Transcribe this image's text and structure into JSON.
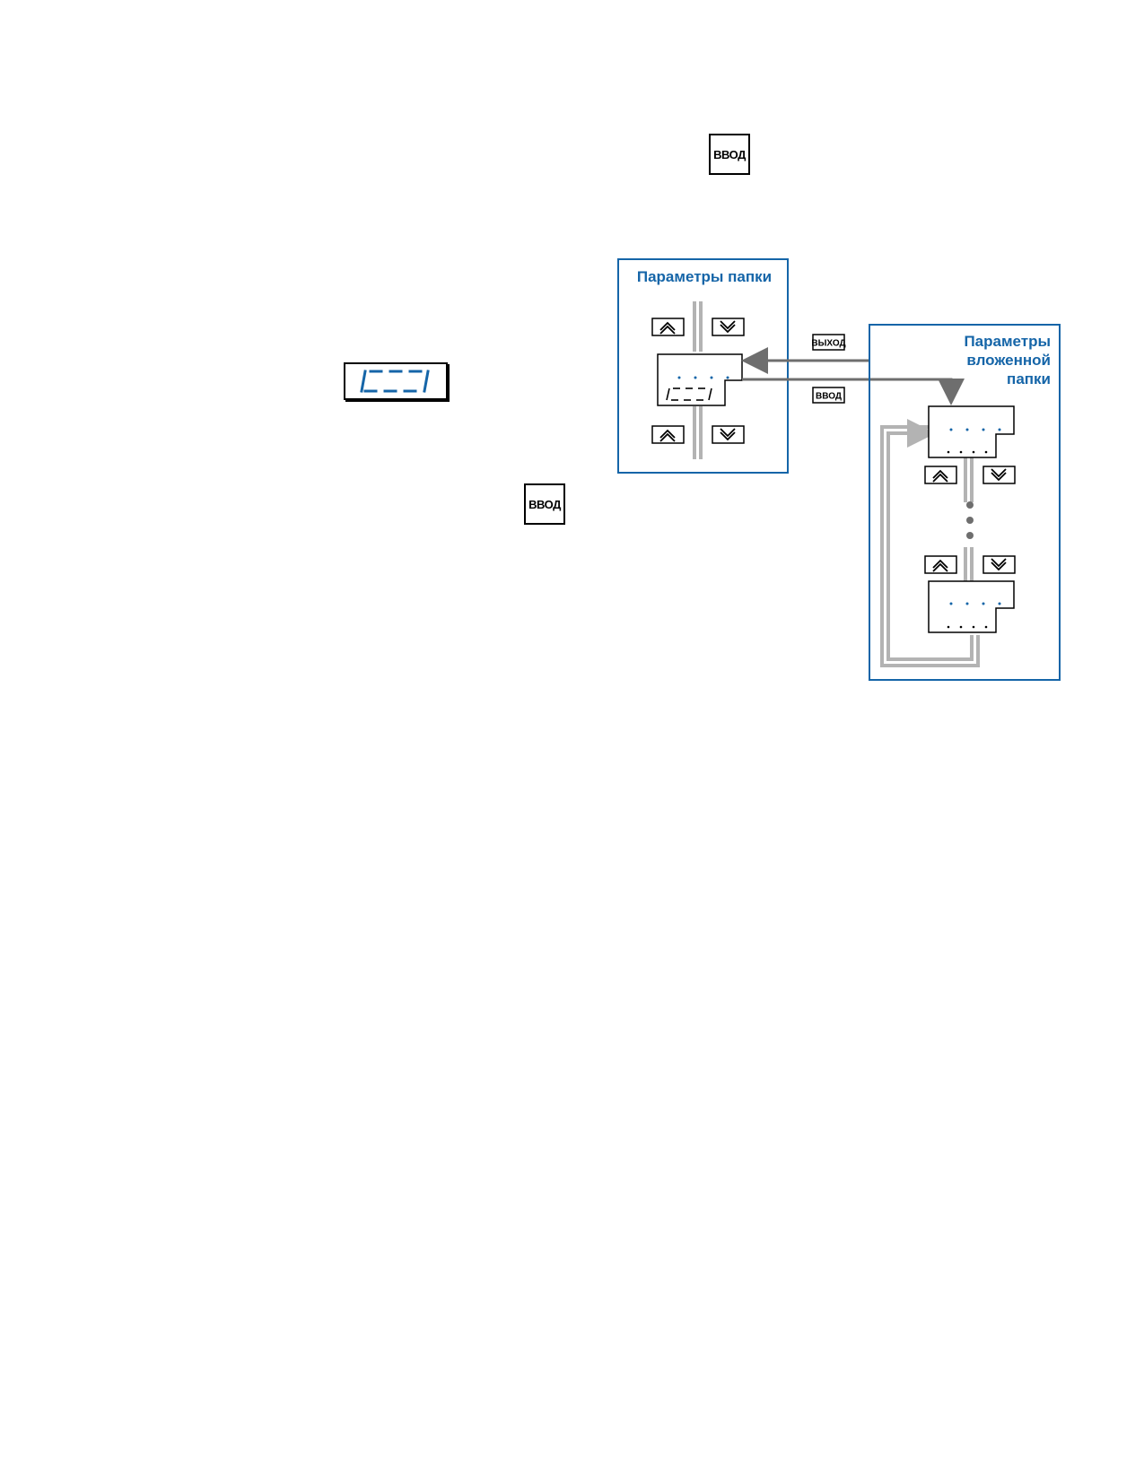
{
  "keys": {
    "vvod_top": "ВВОД",
    "vvod_mid": "ВВОД"
  },
  "diagram": {
    "folder_title": "Параметры папки",
    "nested_title_1": "Параметры",
    "nested_title_2": "вложенной",
    "nested_title_3": "папки",
    "exit_key": "ВЫХОД",
    "enter_key": "ВВОД"
  },
  "colors": {
    "accent": "#1565a8",
    "arrow_gray": "#b3b3b3",
    "arrow_dark": "#6e6e6e"
  }
}
